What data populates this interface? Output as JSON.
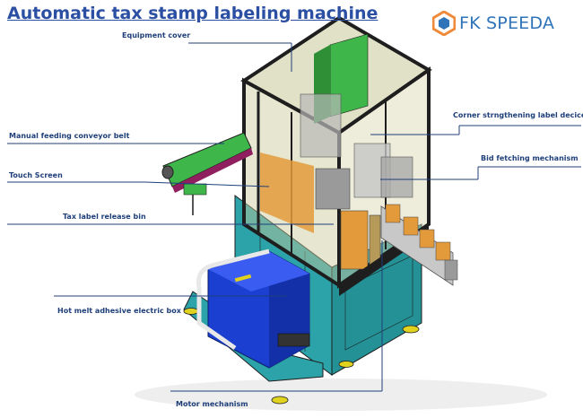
{
  "title": "Automatic tax stamp labeling machine",
  "brand": {
    "name": "FK SPEEDA",
    "logo": "fk-hexagon-logo"
  },
  "labels": {
    "equipment_cover": "Equipment cover",
    "manual_feeding": "Manual feeding conveyor belt",
    "touch_screen": "Touch Screen",
    "tax_label_bin": "Tax label release bin",
    "hot_melt_box": "Hot melt adhesive electric box",
    "motor_mechanism": "Motor mechanism",
    "corner_label_device": "Corner strngthening label decice",
    "bid_fetching": "Bid fetching mechanism"
  },
  "colors": {
    "title": "#2b4fa3",
    "leader_line": "#1f3f7a",
    "frame": "#1e1e1e",
    "cabinet": "#2ba3a8",
    "glass": "#c9c99a",
    "green_panel": "#3fb64a",
    "blue_box": "#1b3fd0",
    "brand_orange": "#ef8a3a",
    "brand_blue": "#2f74b8"
  }
}
